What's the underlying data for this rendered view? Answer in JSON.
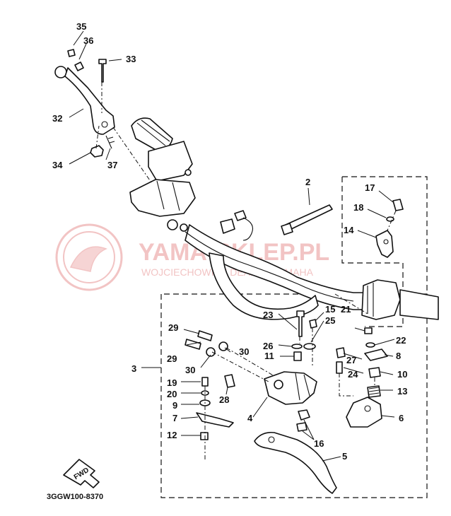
{
  "diagram": {
    "code": "3GGW100-8370",
    "fwd_label": "FWD",
    "watermark": {
      "title": "YAMA-SKLEP.PL",
      "subtitle": "WOJCIECHOWICZ DEALER YAMAHA"
    },
    "callouts": [
      {
        "id": "c35",
        "text": "35"
      },
      {
        "id": "c36",
        "text": "36"
      },
      {
        "id": "c33",
        "text": "33"
      },
      {
        "id": "c32",
        "text": "32"
      },
      {
        "id": "c34",
        "text": "34"
      },
      {
        "id": "c37",
        "text": "37"
      },
      {
        "id": "c2",
        "text": "2"
      },
      {
        "id": "c17",
        "text": "17"
      },
      {
        "id": "c18",
        "text": "18"
      },
      {
        "id": "c14",
        "text": "14"
      },
      {
        "id": "c15",
        "text": "15"
      },
      {
        "id": "c25",
        "text": "25"
      },
      {
        "id": "c23",
        "text": "23"
      },
      {
        "id": "c21",
        "text": "21"
      },
      {
        "id": "c22",
        "text": "22"
      },
      {
        "id": "c26",
        "text": "26"
      },
      {
        "id": "c8",
        "text": "8"
      },
      {
        "id": "c11",
        "text": "11"
      },
      {
        "id": "c27",
        "text": "27"
      },
      {
        "id": "c29a",
        "text": "29"
      },
      {
        "id": "c29b",
        "text": "29"
      },
      {
        "id": "c30a",
        "text": "30"
      },
      {
        "id": "c30b",
        "text": "30"
      },
      {
        "id": "c3",
        "text": "3"
      },
      {
        "id": "c24",
        "text": "24"
      },
      {
        "id": "c10",
        "text": "10"
      },
      {
        "id": "c19",
        "text": "19"
      },
      {
        "id": "c20",
        "text": "20"
      },
      {
        "id": "c28",
        "text": "28"
      },
      {
        "id": "c13",
        "text": "13"
      },
      {
        "id": "c9",
        "text": "9"
      },
      {
        "id": "c4",
        "text": "4"
      },
      {
        "id": "c7",
        "text": "7"
      },
      {
        "id": "c6",
        "text": "6"
      },
      {
        "id": "c12",
        "text": "12"
      },
      {
        "id": "c16",
        "text": "16"
      },
      {
        "id": "c5",
        "text": "5"
      }
    ]
  }
}
